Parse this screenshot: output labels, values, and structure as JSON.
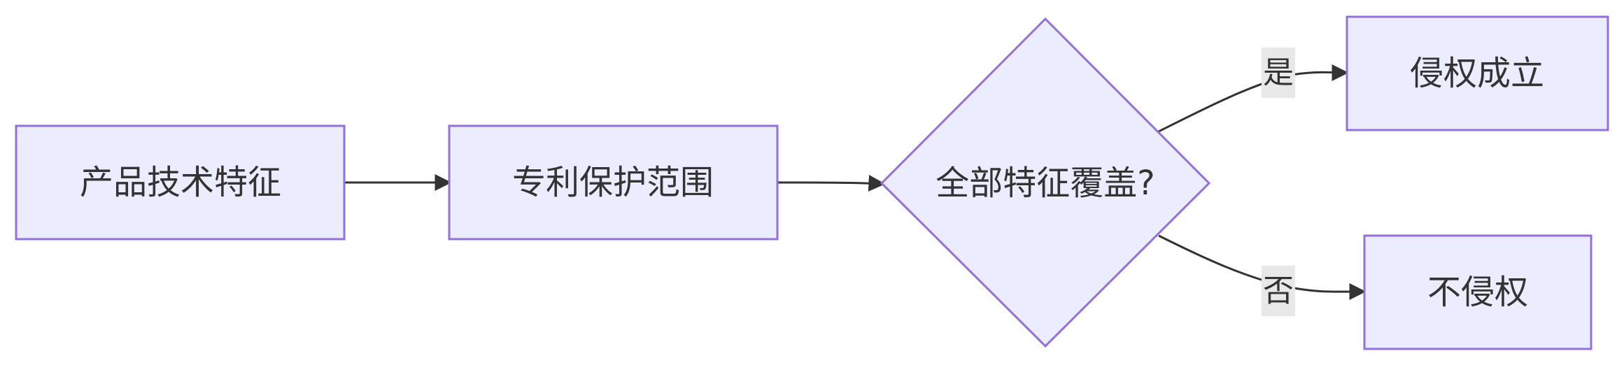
{
  "nodes": {
    "product_features": "产品技术特征",
    "patent_scope": "专利保护范围",
    "decision": "全部特征覆盖?",
    "infringe": "侵权成立",
    "no_infringe": "不侵权"
  },
  "edges": {
    "yes_label": "是",
    "no_label": "否"
  },
  "colors": {
    "node_fill": "#ececff",
    "node_stroke": "#9370db",
    "edge_stroke": "#333333",
    "label_bg": "#e8e8e8",
    "text": "#333333"
  }
}
